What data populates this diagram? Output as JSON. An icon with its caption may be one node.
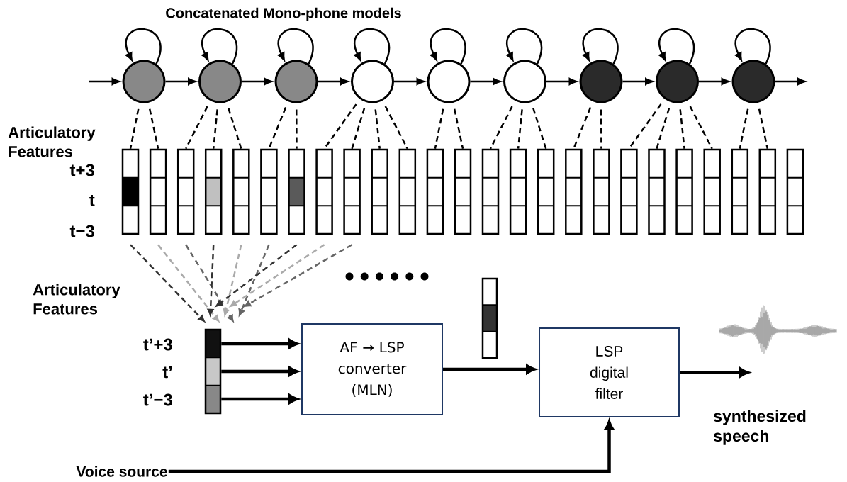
{
  "diagram": {
    "title": "Concatenated Mono-phone models",
    "nodes": [
      {
        "text": [],
        "shape": "circle"
      },
      {
        "text": [],
        "shape": "circle"
      },
      {
        "text": [],
        "shape": "circle"
      },
      {
        "text": [],
        "shape": "circle"
      },
      {
        "text": [],
        "shape": "circle"
      },
      {
        "text": [],
        "shape": "circle"
      },
      {
        "text": [],
        "shape": "circle"
      },
      {
        "text": [],
        "shape": "circle"
      },
      {
        "text": [],
        "shape": "circle"
      },
      {
        "text": [],
        "shape": "bar"
      },
      {
        "text": [],
        "shape": "bar"
      },
      {
        "text": [],
        "shape": "bar"
      },
      {
        "text": [],
        "shape": "bar"
      },
      {
        "text": [],
        "shape": "bar"
      },
      {
        "text": [],
        "shape": "bar"
      },
      {
        "text": [],
        "shape": "bar"
      },
      {
        "text": [],
        "shape": "bar"
      },
      {
        "text": [],
        "shape": "bar"
      },
      {
        "text": [],
        "shape": "bar"
      },
      {
        "text": [],
        "shape": "bar"
      },
      {
        "text": [],
        "shape": "bar"
      },
      {
        "text": [],
        "shape": "bar"
      },
      {
        "text": [],
        "shape": "bar"
      },
      {
        "text": [],
        "shape": "bar"
      },
      {
        "text": [],
        "shape": "bar"
      },
      {
        "text": [],
        "shape": "bar"
      },
      {
        "text": [],
        "shape": "bar"
      },
      {
        "text": [],
        "shape": "bar"
      },
      {
        "text": [],
        "shape": "bar"
      },
      {
        "text": [],
        "shape": "bar"
      },
      {
        "text": [],
        "shape": "bar"
      },
      {
        "text": [],
        "shape": "bar"
      },
      {
        "text": [],
        "shape": "bar"
      },
      {
        "text": [],
        "shape": "bar"
      },
      {
        "text": [],
        "shape": "bar"
      },
      {
        "text": [
          "AF → LSP converter (MLN)"
        ]
      },
      {
        "text": [],
        "shape": "bar"
      },
      {
        "text": [
          "LSP digital filter"
        ]
      },
      {
        "text": [
          "Voice source"
        ]
      }
    ],
    "edges": [
      {
        "from": null,
        "to": 0,
        "arrow": "to"
      },
      {
        "from": 0,
        "to": 1,
        "arrow": "to"
      },
      {
        "from": 1,
        "to": 2,
        "arrow": "to"
      },
      {
        "from": 2,
        "to": 3,
        "arrow": "to"
      },
      {
        "from": 3,
        "to": 4,
        "arrow": "to"
      },
      {
        "from": 4,
        "to": 5,
        "arrow": "to"
      },
      {
        "from": 5,
        "to": 6,
        "arrow": "to"
      },
      {
        "from": 6,
        "to": 7,
        "arrow": "to"
      },
      {
        "from": 7,
        "to": 8,
        "arrow": "to"
      },
      {
        "from": 8,
        "to": null,
        "arrow": "to"
      },
      {
        "from": 0,
        "to": 0,
        "arrow": "to"
      },
      {
        "from": 1,
        "to": 1,
        "arrow": "to"
      },
      {
        "from": 2,
        "to": 2,
        "arrow": "to"
      },
      {
        "from": 3,
        "to": 3,
        "arrow": "to"
      },
      {
        "from": 4,
        "to": 4,
        "arrow": "to"
      },
      {
        "from": 5,
        "to": 5,
        "arrow": "to"
      },
      {
        "from": 6,
        "to": 6,
        "arrow": "to"
      },
      {
        "from": 7,
        "to": 7,
        "arrow": "to"
      },
      {
        "from": 8,
        "to": 8,
        "arrow": "to"
      },
      {
        "from": 0,
        "to": 9,
        "arrow": "none",
        "style": "dashed"
      },
      {
        "from": 0,
        "to": 10,
        "arrow": "none",
        "style": "dashed"
      },
      {
        "from": 1,
        "to": 11,
        "arrow": "none",
        "style": "dashed"
      },
      {
        "from": 1,
        "to": 12,
        "arrow": "none",
        "style": "dashed"
      },
      {
        "from": 1,
        "to": 13,
        "arrow": "none",
        "style": "dashed"
      },
      {
        "from": 2,
        "to": 14,
        "arrow": "none",
        "style": "dashed"
      },
      {
        "from": 2,
        "to": 15,
        "arrow": "none",
        "style": "dashed"
      },
      {
        "from": 3,
        "to": 16,
        "arrow": "none",
        "style": "dashed"
      },
      {
        "from": 3,
        "to": 17,
        "arrow": "none",
        "style": "dashed"
      },
      {
        "from": 3,
        "to": 18,
        "arrow": "none",
        "style": "dashed"
      },
      {
        "from": 3,
        "to": 19,
        "arrow": "none",
        "style": "dashed"
      },
      {
        "from": 4,
        "to": 20,
        "arrow": "none",
        "style": "dashed"
      },
      {
        "from": 4,
        "to": 21,
        "arrow": "none",
        "style": "dashed"
      },
      {
        "from": 5,
        "to": 22,
        "arrow": "none",
        "style": "dashed"
      },
      {
        "from": 5,
        "to": 23,
        "arrow": "none",
        "style": "dashed"
      },
      {
        "from": 5,
        "to": 24,
        "arrow": "none",
        "style": "dashed"
      },
      {
        "from": 6,
        "to": 25,
        "arrow": "none",
        "style": "dashed"
      },
      {
        "from": 6,
        "to": 26,
        "arrow": "none",
        "style": "dashed"
      },
      {
        "from": 7,
        "to": 27,
        "arrow": "none",
        "style": "dashed"
      },
      {
        "from": 7,
        "to": 28,
        "arrow": "none",
        "style": "dashed"
      },
      {
        "from": 7,
        "to": 29,
        "arrow": "none",
        "style": "dashed"
      },
      {
        "from": 7,
        "to": 30,
        "arrow": "none",
        "style": "dashed"
      },
      {
        "from": 8,
        "to": 31,
        "arrow": "none",
        "style": "dashed"
      },
      {
        "from": 8,
        "to": 32,
        "arrow": "none",
        "style": "dashed"
      },
      {
        "from": 9,
        "to": 34,
        "arrow": "to",
        "style": "dashed",
        "color": "#333333"
      },
      {
        "from": 10,
        "to": 34,
        "arrow": "to",
        "style": "dashed",
        "color": "#aaaaaa"
      },
      {
        "from": 11,
        "to": 34,
        "arrow": "to",
        "style": "dashed",
        "color": "#666666"
      },
      {
        "from": 12,
        "to": 34,
        "arrow": "to",
        "style": "dashed",
        "color": "#333333"
      },
      {
        "from": 13,
        "to": 34,
        "arrow": "to",
        "style": "dashed",
        "color": "#aaaaaa"
      },
      {
        "from": 14,
        "to": 34,
        "arrow": "to",
        "style": "dashed",
        "color": "#666666"
      },
      {
        "from": 15,
        "to": 34,
        "arrow": "to",
        "style": "dashed",
        "color": "#333333"
      },
      {
        "from": 16,
        "to": 34,
        "arrow": "to",
        "style": "dashed",
        "color": "#aaaaaa"
      },
      {
        "from": 17,
        "to": 34,
        "arrow": "to",
        "style": "dashed",
        "color": "#666666"
      },
      {
        "from": 34,
        "to": 35,
        "arrow": "to",
        "style": "thick"
      },
      {
        "from": 34,
        "to": 35,
        "arrow": "to",
        "style": "thick"
      },
      {
        "from": 34,
        "to": 35,
        "arrow": "to",
        "style": "thick"
      },
      {
        "from": 35,
        "to": 37,
        "arrow": "to",
        "style": "thick"
      },
      {
        "from": 37,
        "to": null,
        "arrow": "to",
        "style": "thick"
      },
      {
        "from": 38,
        "to": 37,
        "arrow": "to",
        "style": "thick"
      }
    ],
    "labels": [
      "Articulatory Features",
      "t+3",
      "t",
      "t−3",
      "Articulatory Features",
      "t’+3",
      "t’",
      "t’−3",
      "synthesized speech"
    ]
  }
}
